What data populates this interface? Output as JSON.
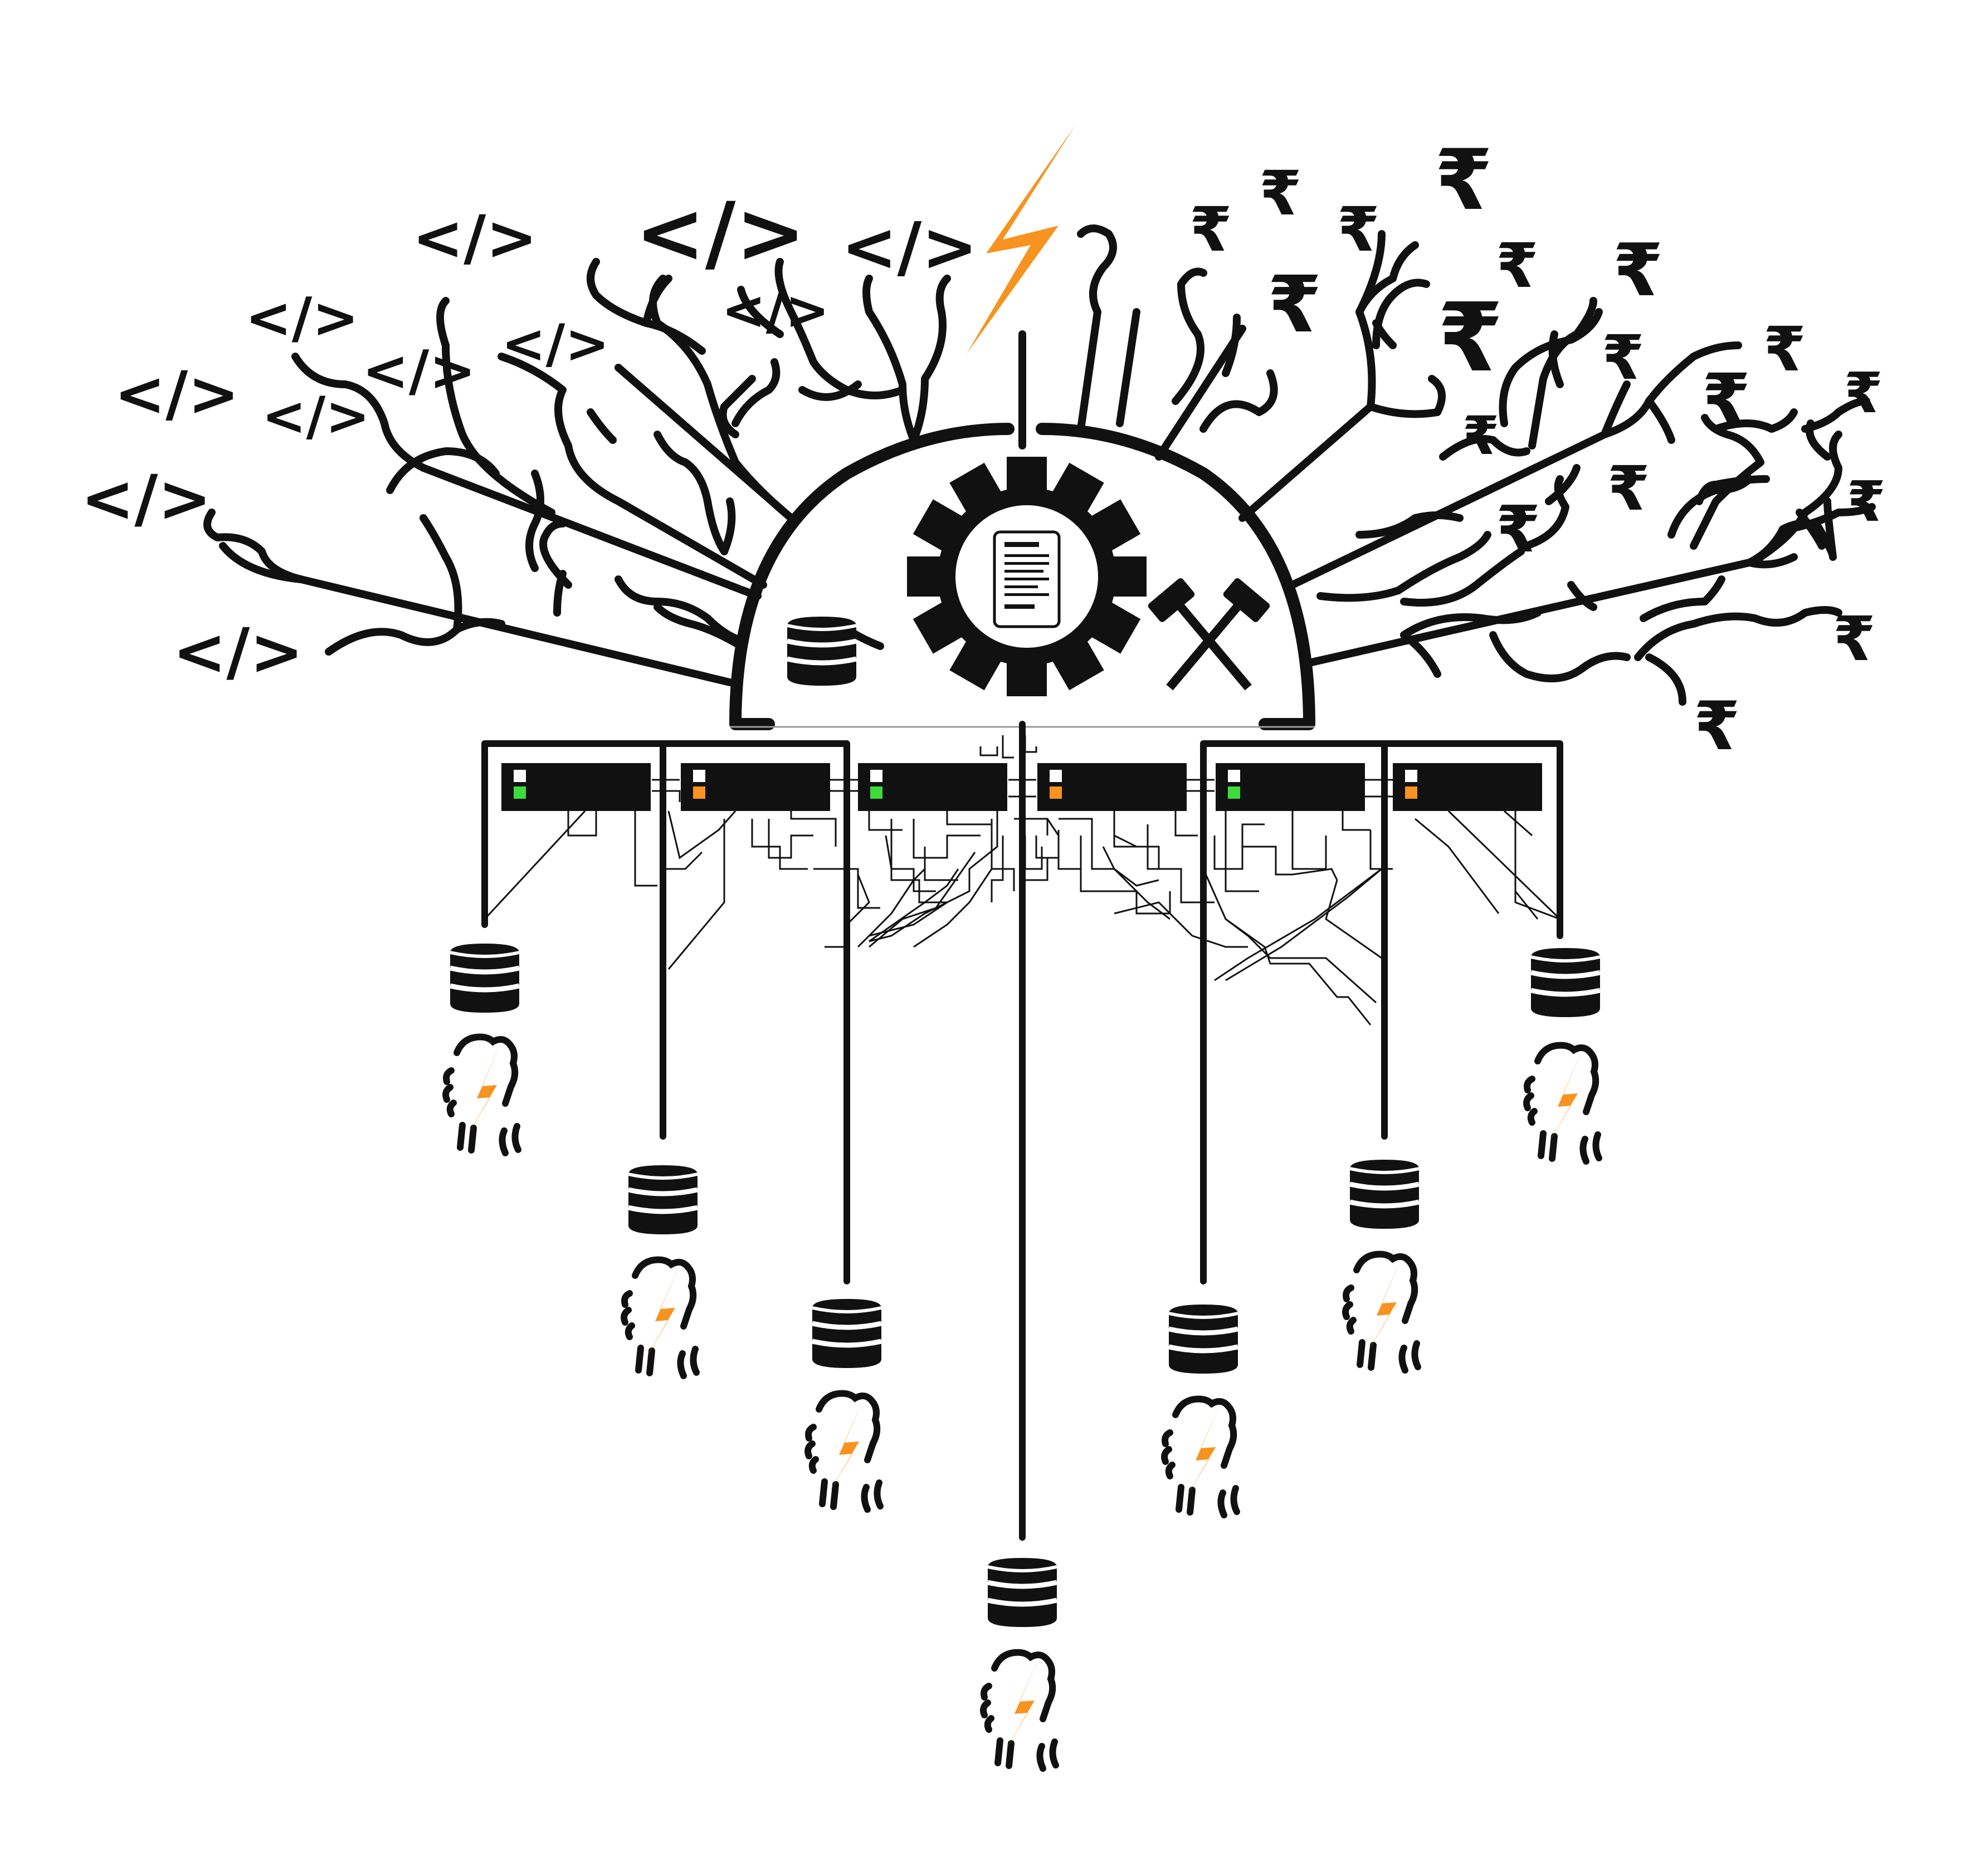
{
  "symbols": {
    "code": "</>",
    "currency": "₹"
  },
  "colors": {
    "ink": "#111111",
    "accent_orange": "#f7931e",
    "status_green": "#3ddc3d",
    "status_orange": "#f7931e",
    "background": "#ffffff"
  },
  "icons": {
    "top": "lightning-bolt-icon",
    "center": "gear-document-icon",
    "left_dome": "database-icon",
    "right_dome": "crossed-hammers-icon",
    "nodes": "database-icon",
    "workers": "fist-lightning-icon"
  },
  "servers": [
    {
      "status_top": "white",
      "status_bottom": "green"
    },
    {
      "status_top": "white",
      "status_bottom": "orange"
    },
    {
      "status_top": "white",
      "status_bottom": "green"
    },
    {
      "status_top": "white",
      "status_bottom": "orange"
    },
    {
      "status_top": "white",
      "status_bottom": "green"
    },
    {
      "status_top": "white",
      "status_bottom": "orange"
    }
  ],
  "node_count": 7
}
